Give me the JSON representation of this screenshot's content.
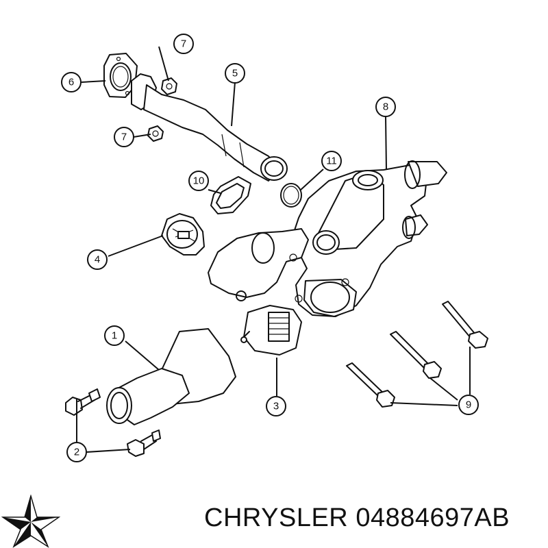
{
  "callouts": [
    "1",
    "2",
    "3",
    "4",
    "5",
    "6",
    "7",
    "7",
    "8",
    "9",
    "10",
    "11"
  ],
  "footer": {
    "brand": "CHRYSLER",
    "part_number": "04884697AB"
  },
  "logo_icon": "chrysler-pentastar-icon"
}
